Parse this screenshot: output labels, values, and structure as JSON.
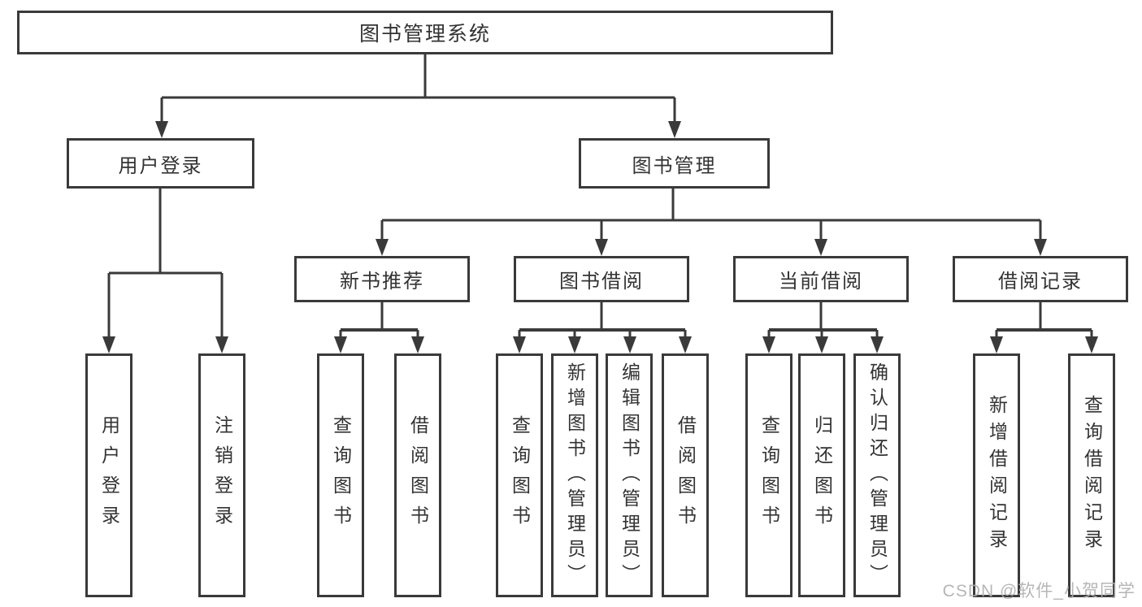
{
  "tree": {
    "root": {
      "label": "图书管理系统"
    },
    "branches": [
      {
        "label": "用户登录",
        "children": [
          {
            "label": "用户登录"
          },
          {
            "label": "注销登录"
          }
        ]
      },
      {
        "label": "图书管理",
        "groups": [
          {
            "label": "新书推荐",
            "children": [
              {
                "label": "查询图书"
              },
              {
                "label": "借阅图书"
              }
            ]
          },
          {
            "label": "图书借阅",
            "children": [
              {
                "label": "查询图书"
              },
              {
                "label": "新增图书（管理员）"
              },
              {
                "label": "编辑图书（管理员）"
              },
              {
                "label": "借阅图书"
              }
            ]
          },
          {
            "label": "当前借阅",
            "children": [
              {
                "label": "查询图书"
              },
              {
                "label": "归还图书"
              },
              {
                "label": "确认归还（管理员）"
              }
            ]
          },
          {
            "label": "借阅记录",
            "children": [
              {
                "label": "新增借阅记录"
              },
              {
                "label": "查询借阅记录"
              }
            ]
          }
        ]
      }
    ]
  },
  "watermark": {
    "text": "CSDN @软件_小贺同学"
  },
  "colors": {
    "line": "#3a3a3a",
    "text": "#333333",
    "watermark": "#b0b0b0",
    "background": "#ffffff"
  }
}
